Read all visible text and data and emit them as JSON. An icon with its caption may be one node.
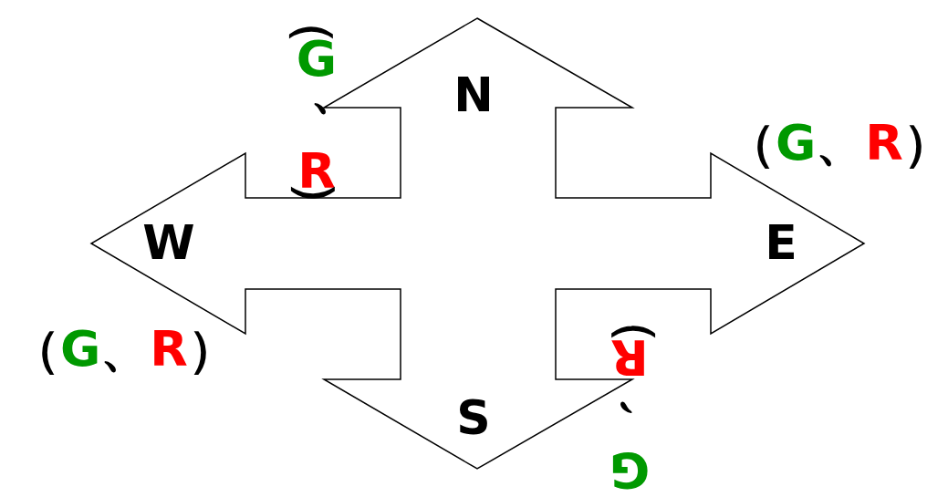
{
  "diagram": {
    "nodes": [
      {
        "text": [
          "N",
          "E",
          "S",
          "W"
        ]
      }
    ],
    "labels": [
      "（G、R）",
      "（G、R）",
      "（G、R）",
      "G、R）"
    ]
  }
}
